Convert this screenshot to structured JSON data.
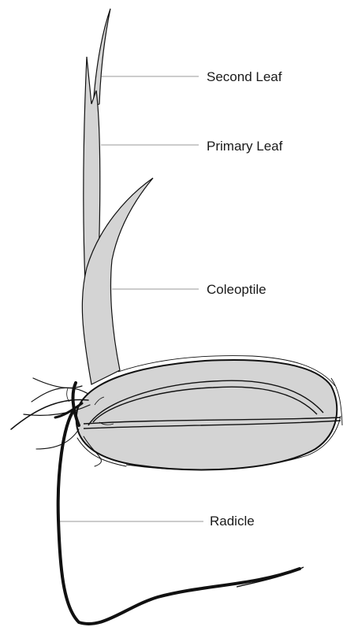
{
  "labels": {
    "second_leaf": "Second Leaf",
    "primary_leaf": "Primary Leaf",
    "coleoptile": "Coleoptile",
    "radicle": "Radicle"
  },
  "colors": {
    "fill": "#d4d4d4",
    "outline": "#111111",
    "leader": "#9a9a9a"
  }
}
